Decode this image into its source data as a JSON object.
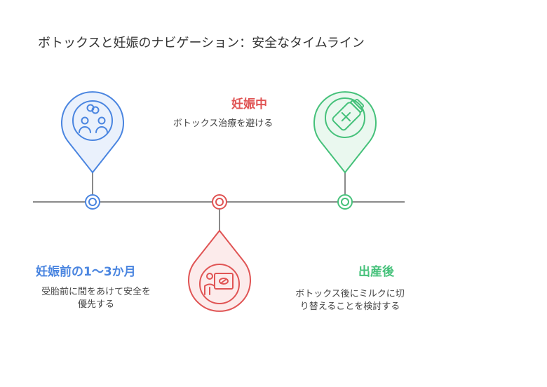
{
  "title": "ボトックスと妊娠のナビゲーション：安全なタイムライン",
  "colors": {
    "blue": "#4a85e0",
    "red": "#e05454",
    "green": "#45c17a",
    "axis": "#8a8a8a"
  },
  "stages": [
    {
      "title": "妊娠前の1〜3か月",
      "description": "受胎前に間をあけて安全を優先する",
      "icon": "couple-icon"
    },
    {
      "title": "妊娠中",
      "description": "ボトックス治療を避ける",
      "icon": "doctor-icon"
    },
    {
      "title": "出産後",
      "description": "ボトックス後にミルクに切り替えることを検討する",
      "icon": "baby-bottle-icon"
    }
  ]
}
